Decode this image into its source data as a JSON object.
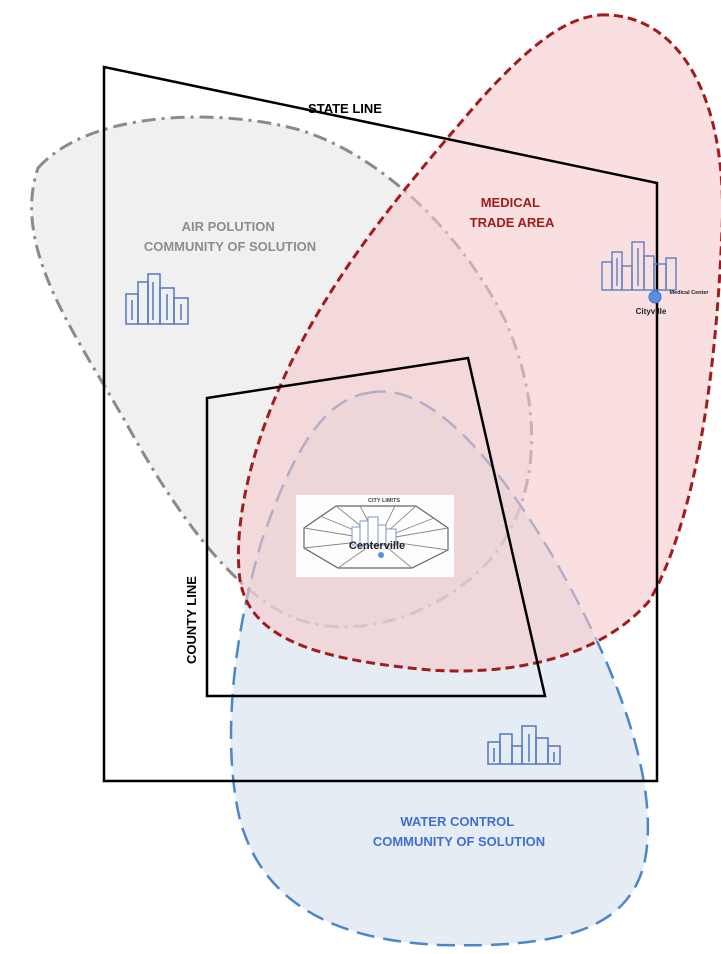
{
  "labels": {
    "state_line": "STATE LINE",
    "county_line": "COUNTY LINE",
    "medical_trade_area": [
      "MEDICAL",
      "TRADE AREA"
    ],
    "air_pollution": [
      "AIR POLUTION",
      "COMMUNITY OF SOLUTION"
    ],
    "water_control": [
      "WATER CONTROL",
      "COMMUNITY OF SOLUTION"
    ],
    "centerville": "Centerville",
    "city_limits": "CITY LIMITS",
    "cityville": "Cityville",
    "medical_center": "Medical Center"
  },
  "colors": {
    "medical": "#a11c1c",
    "medical_fill": "#f7c9cb",
    "air": "#8a8a8a",
    "air_fill": "#e6e6e6",
    "water": "#4a86c8",
    "water_fill": "#d2dcea",
    "water_text": "#3d6fd6",
    "city_icon": "#5b7fc0",
    "line": "#000000"
  },
  "icons": [
    "city-skyline-icon",
    "city-skyline-icon",
    "city-skyline-icon",
    "medical-center-dot-icon"
  ]
}
